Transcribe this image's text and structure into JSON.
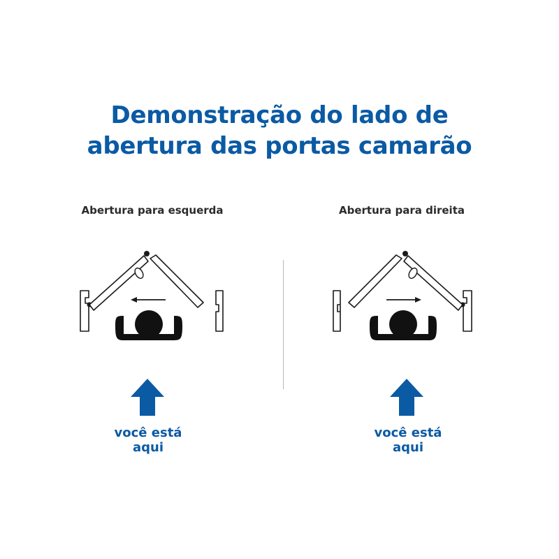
{
  "title": {
    "line1": "Demonstração do lado de",
    "line2": "abertura das portas camarão"
  },
  "colors": {
    "accent": "#0b5aa4",
    "text": "#2b2b2b",
    "divider": "#b9b9b9"
  },
  "panels": [
    {
      "label": "Abertura para esquerda",
      "direction_arrow": "arrow-left-icon",
      "you_are_here": {
        "line1": "você está",
        "line2": "aqui"
      }
    },
    {
      "label": "Abertura para direita",
      "direction_arrow": "arrow-right-icon",
      "you_are_here": {
        "line1": "você está",
        "line2": "aqui"
      }
    }
  ]
}
